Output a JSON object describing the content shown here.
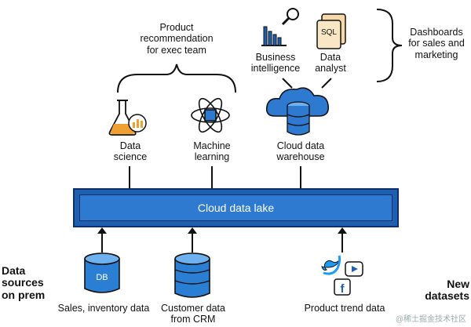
{
  "lake": {
    "label": "Cloud data lake"
  },
  "top": {
    "product_rec": {
      "line1": "Product",
      "line2": "recommendation",
      "line3": "for exec team"
    },
    "dashboards": {
      "line1": "Dashboards",
      "line2": "for sales and",
      "line3": "marketing"
    },
    "bi": {
      "line1": "Business",
      "line2": "intelligence"
    },
    "analyst": {
      "line1": "Data",
      "line2": "analyst",
      "icon_text": "SQL"
    },
    "data_science": {
      "line1": "Data",
      "line2": "science"
    },
    "ml": {
      "line1": "Machine",
      "line2": "learning"
    },
    "dw": {
      "line1": "Cloud data",
      "line2": "warehouse"
    }
  },
  "bottom": {
    "sales": {
      "label": "Sales, inventory data",
      "icon_text": "DB"
    },
    "crm": {
      "line1": "Customer data",
      "line2": "from CRM"
    },
    "trend": {
      "label": "Product trend data"
    },
    "left_caption": {
      "line1": "Data",
      "line2": "sources",
      "line3": "on prem"
    },
    "right_caption": {
      "line1": "New",
      "line2": "datasets"
    }
  },
  "watermark": "@稀土掘金技术社区",
  "colors": {
    "blue": "#2d7ad0",
    "dark_blue": "#0e2f6b",
    "orange": "#f0a030",
    "db_blue": "#2a7fd4"
  }
}
